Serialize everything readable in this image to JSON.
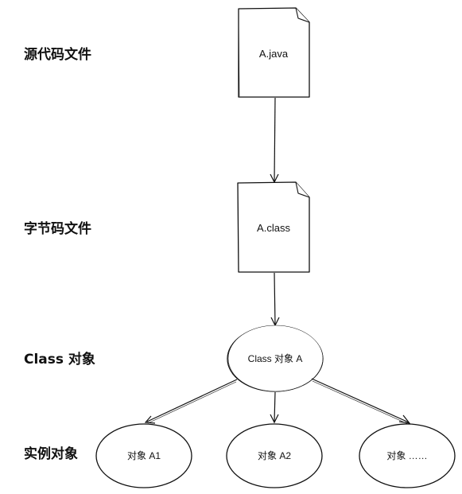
{
  "rows": {
    "source": "源代码文件",
    "bytecode": "字节码文件",
    "class_object": "Class 对象",
    "instance": "实例对象"
  },
  "nodes": {
    "source_file": "A.java",
    "class_file": "A.class",
    "class_obj": "Class 对象 A",
    "instance_1": "对象 A1",
    "instance_2": "对象 A2",
    "instance_3": "对象 ……"
  }
}
